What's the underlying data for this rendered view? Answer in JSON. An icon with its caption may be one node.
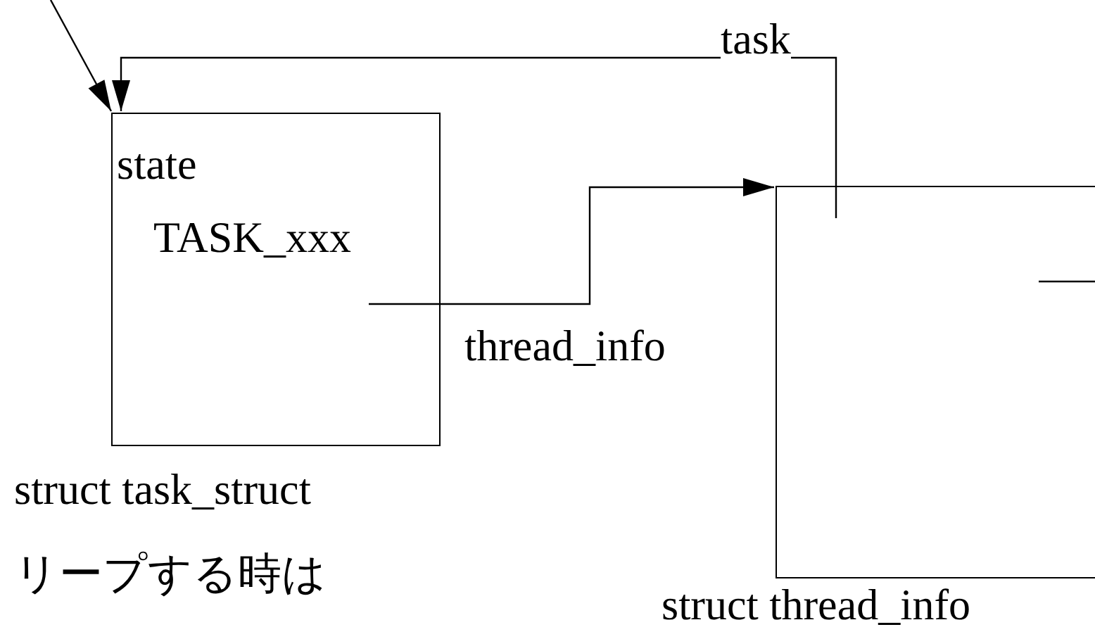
{
  "diagram": {
    "nodes": [
      {
        "text": [
          "state",
          "TASK_xxx"
        ],
        "beside": [
          "struct task_struct"
        ]
      },
      {
        "text": [],
        "shape": "box",
        "beside": [
          "struct thread_info"
        ]
      }
    ],
    "edges": [
      {
        "from": null,
        "to": 0,
        "arrow": "to"
      },
      {
        "from": 0,
        "to": 1,
        "arrow": "to",
        "label": "thread_info"
      },
      {
        "from": 1,
        "to": 0,
        "arrow": "to",
        "label": "task"
      },
      {
        "from": 1,
        "to": null,
        "arrow": "none"
      }
    ],
    "labels": [
      "リープする時は"
    ]
  }
}
